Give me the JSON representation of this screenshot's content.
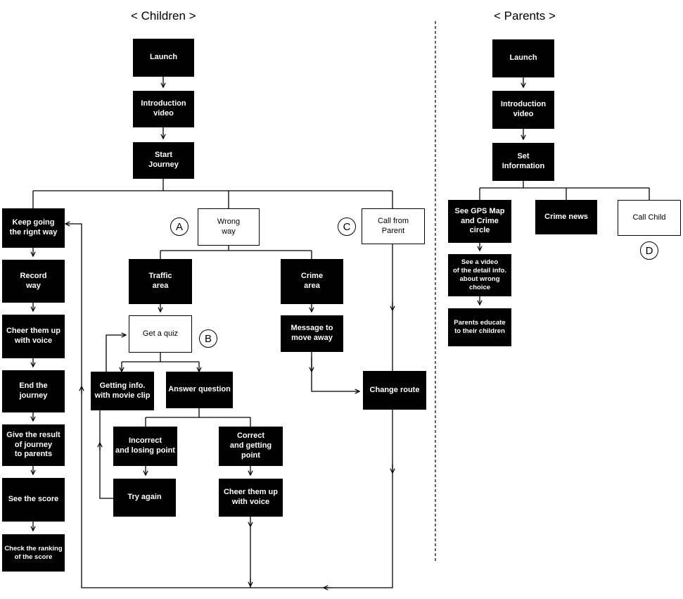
{
  "sections": {
    "children_title": "< Children >",
    "parents_title": "< Parents >"
  },
  "markers": {
    "a": "A",
    "b": "B",
    "c": "C",
    "d": "D"
  },
  "children": {
    "launch": "Launch",
    "intro_video": "Introduction\nvideo",
    "start_journey": "Start\nJourney",
    "keep_going": "Keep going\nthe rignt way",
    "record_way": "Record\nway",
    "cheer_voice_left": "Cheer them up\nwith voice",
    "end_journey": "End the\njourney",
    "give_result": "Give the result\nof journey\nto parents",
    "see_score": "See the score",
    "check_ranking": "Check the ranking\nof the score",
    "wrong_way": "Wrong\nway",
    "traffic_area": "Traffic\narea",
    "crime_area": "Crime\narea",
    "get_quiz": "Get a quiz",
    "getting_info": "Getting info.\nwith movie clip",
    "answer_question": "Answer question",
    "incorrect": "Incorrect\nand losing point",
    "correct": "Correct\nand getting point",
    "try_again": "Try again",
    "cheer_voice_mid": "Cheer them up\nwith voice",
    "message_move_away": "Message to\nmove away",
    "call_from_parent": "Call from\nParent",
    "change_route": "Change route"
  },
  "parents": {
    "launch": "Launch",
    "intro_video": "Introduction\nvideo",
    "set_information": "Set\nInformation",
    "gps_map": "See GPS Map\nand Crime circle",
    "crime_news": "Crime news",
    "call_child": "Call Child",
    "see_video": "See a video\nof the detail info.\nabout wrong choice",
    "parents_educate": "Parents educate\nto their children"
  }
}
